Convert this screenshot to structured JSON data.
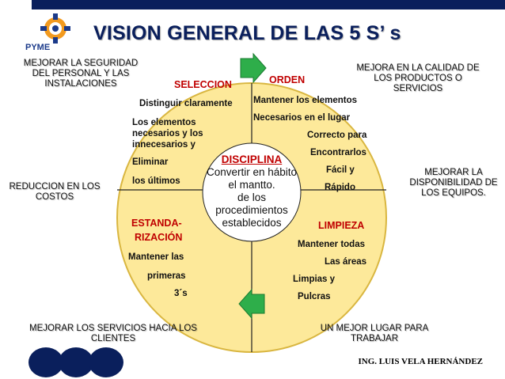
{
  "title": "VISION GENERAL DE LAS 5 S’ s",
  "logo": {
    "text": "PYME"
  },
  "corners": {
    "top_left": [
      "MEJORAR LA SEGURIDAD",
      "DEL PERSONAL Y LAS",
      "INSTALACIONES"
    ],
    "top_right": [
      "MEJORA EN LA CALIDAD DE",
      "LOS PRODUCTOS O",
      "SERVICIOS"
    ],
    "middle_left": [
      "REDUCCION EN LOS",
      "COSTOS"
    ],
    "middle_right": [
      "MEJORAR LA",
      "DISPONIBILIDAD DE",
      "LOS EQUIPOS."
    ],
    "bottom_left": [
      "MEJORAR LOS SERVICIOS  HACIA LOS",
      "CLIENTES"
    ],
    "bottom_right": [
      "UN MEJOR LUGAR PARA",
      "TRABAJAR"
    ]
  },
  "seleccion": {
    "title": "SELECCION",
    "lines": [
      "Distinguir claramente",
      "Los elementos",
      "necesarios y los",
      "innecesarios y",
      "Eliminar",
      "los últimos"
    ]
  },
  "orden": {
    "title": "ORDEN",
    "lines": [
      "Mantener los elementos",
      "Necesarios en el lugar",
      "Correcto para",
      "Encontrarlos",
      "Fácil y",
      "Rápido"
    ]
  },
  "estandarizacion": {
    "title_line1": "ESTANDA-",
    "title_line2": "RIZACIÓN",
    "lines": [
      "Mantener las",
      "primeras",
      "3´s"
    ]
  },
  "limpieza": {
    "title": "LIMPIEZA",
    "lines": [
      "Mantener todas",
      "Las áreas",
      "Limpias y",
      "Pulcras"
    ]
  },
  "disciplina": {
    "title": "DISCIPLINA",
    "lines": [
      "Convertir en hábito",
      "el mantto.",
      "de los",
      "procedimientos",
      "establecidos"
    ]
  },
  "author": "ING. LUIS VELA HERNÁNDEZ",
  "colors": {
    "circle": "#fde99a",
    "circle_border": "#d9b640",
    "arrow": "#2eae4a",
    "navy": "#0a1f5c",
    "section_title": "#c00000"
  }
}
